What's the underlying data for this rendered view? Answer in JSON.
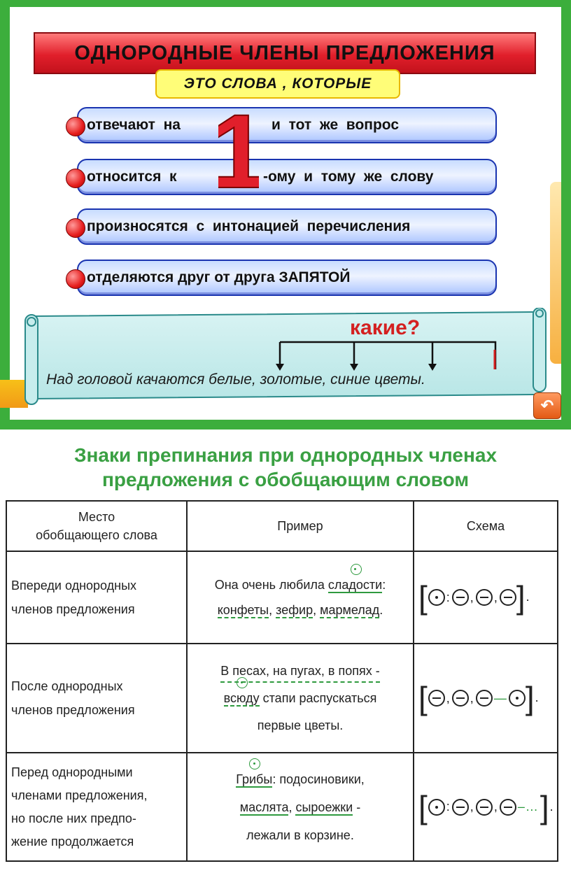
{
  "header": {
    "title": "ОДНОРОДНЫЕ ЧЛЕНЫ ПРЕДЛОЖЕНИЯ",
    "subtitle": "ЭТО СЛОВА , КОТОРЫЕ",
    "big_number": "1"
  },
  "rules": [
    {
      "left": "отвечают  на",
      "right": "и  тот  же  вопрос"
    },
    {
      "left": "относится  к",
      "right": "-ому  и  тому  же  слову"
    },
    {
      "left": "произносятся  с  интонацией  перечисления",
      "right": ""
    },
    {
      "left": "отделяются друг от друга ЗАПЯТОЙ",
      "right": ""
    }
  ],
  "example": {
    "question": "какие?",
    "sentence": "Над головой качаются белые, золотые, синие цветы."
  },
  "back_button": "↶",
  "table_title": {
    "line1": "Знаки препинания при однородных членах",
    "line2": "предложения с обобщающим словом"
  },
  "table": {
    "headers": {
      "place_1": "Место",
      "place_2": "обобщающего слова",
      "example": "Пример",
      "scheme": "Схема"
    },
    "rows": [
      {
        "place": [
          "Впереди однородных",
          "членов предложения"
        ],
        "example": {
          "line1_plain": "Она очень любила ",
          "line1_gen": "сладости",
          "line1_tail": ":",
          "line2_items": [
            "конфеты",
            "зефир",
            "мармелад"
          ],
          "line2_seps": [
            ", ",
            ", ",
            "."
          ]
        },
        "scheme_end": "."
      },
      {
        "place": [
          "После однородных",
          "членов предложения"
        ],
        "example": {
          "line1": "В песах, на пугах, в попях -",
          "line2_gen": "всюду",
          "line2_tail": " стапи распускаться",
          "line3": "первые цветы."
        },
        "scheme_end": "."
      },
      {
        "place": [
          "Перед однородными",
          "членами предложения,",
          "но после них предпо-",
          "жение продолжается"
        ],
        "example": {
          "line1_gen": "Грибы",
          "line1_tail": ": подосиновики,",
          "line2_a": "маслята",
          "line2_sep": ", ",
          "line2_b": "сыроежки",
          "line2_tail": " -",
          "line3": "лежали в корзине."
        },
        "scheme_end": "."
      }
    ]
  },
  "colors": {
    "frame_green": "#3cae3c",
    "title_red": "#e11f2b",
    "subtitle_yellow": "#fffd78",
    "pill_blue": "#1a34b0",
    "question_red": "#d42020",
    "heading_green": "#3aa043"
  }
}
